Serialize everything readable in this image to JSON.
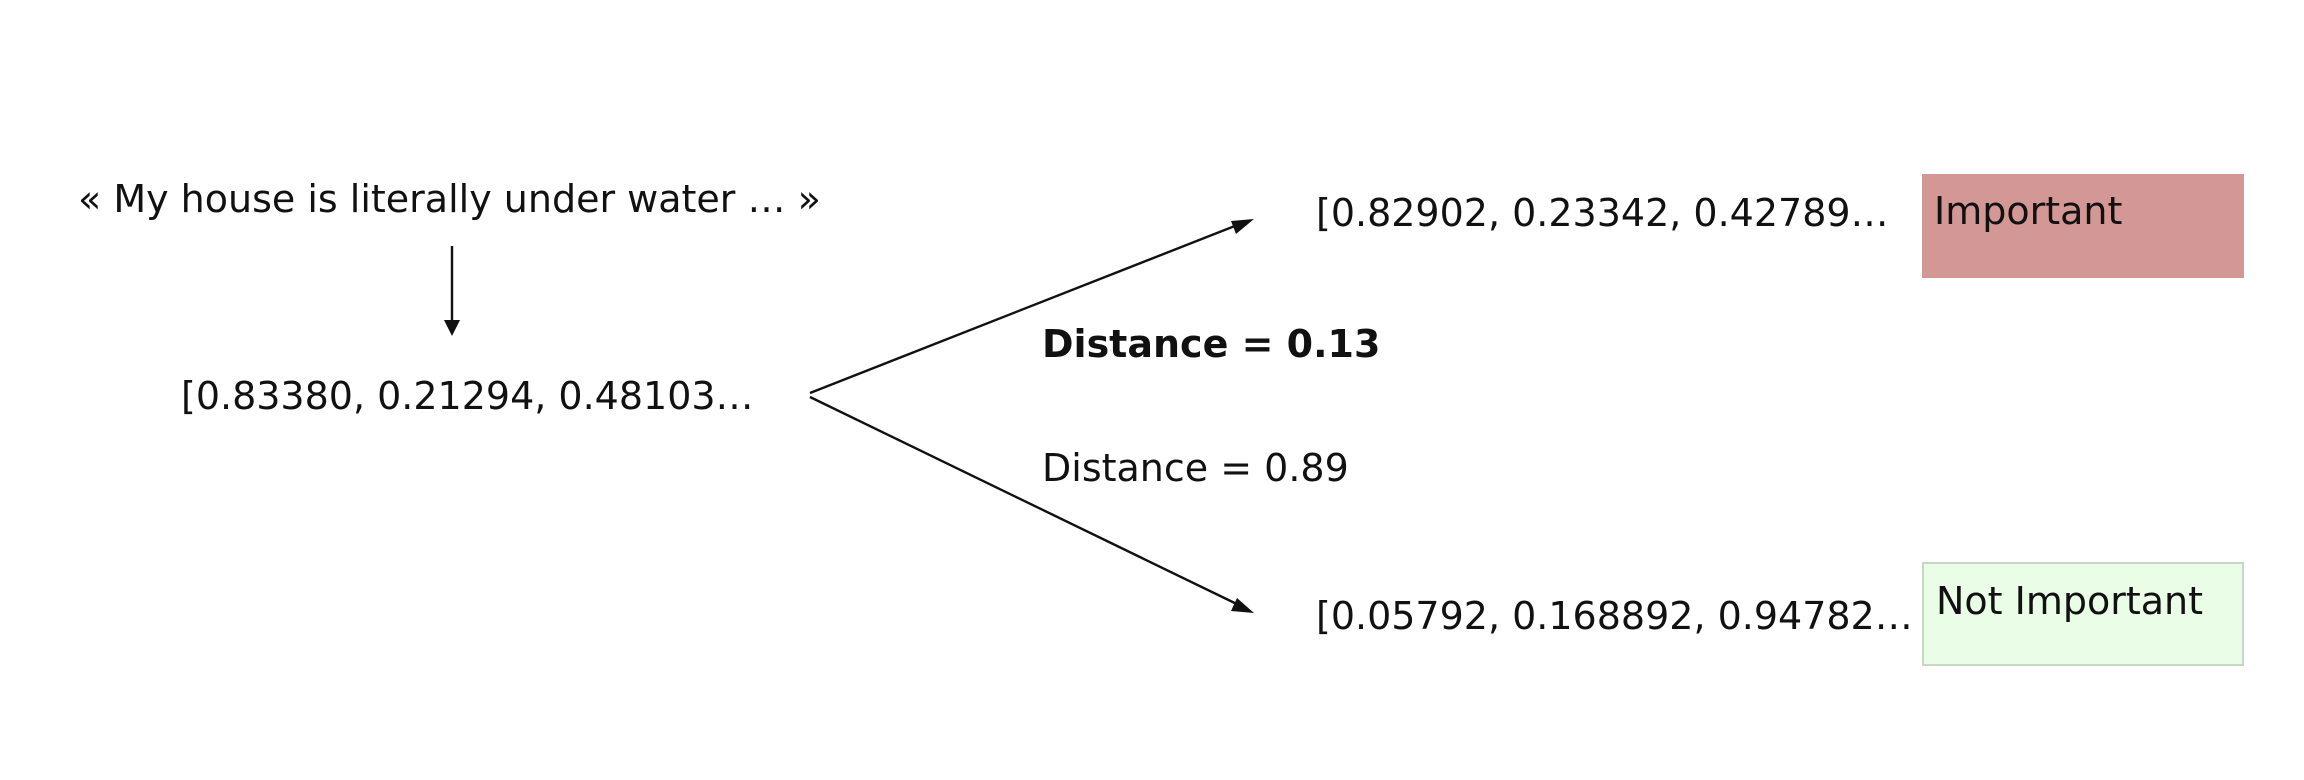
{
  "source_text": "« My house is literally under water … »",
  "source_vector": "[0.83380, 0.21294, 0.48103…",
  "targets": [
    {
      "vector": "[0.82902, 0.23342, 0.42789…",
      "distance": "Distance = 0.13",
      "label": "Important",
      "label_color": "#d39795"
    },
    {
      "vector": "[0.05792, 0.168892, 0.94782…",
      "distance": "Distance = 0.89",
      "label": "Not Important",
      "label_color": "#eafde6"
    }
  ]
}
